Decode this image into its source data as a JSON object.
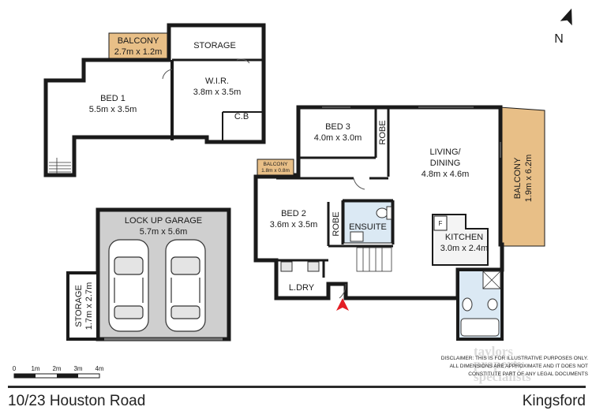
{
  "rooms": {
    "balcony_top": {
      "name": "BALCONY",
      "size": "2.7m x 1.2m"
    },
    "storage_top": {
      "name": "STORAGE"
    },
    "bed1": {
      "name": "BED 1",
      "size": "5.5m x 3.5m"
    },
    "wir": {
      "name": "W.I.R.",
      "size": "3.8m x 3.5m"
    },
    "cb": {
      "name": "C.B"
    },
    "bed3": {
      "name": "BED 3",
      "size": "4.0m x 3.0m"
    },
    "robe_bed3": {
      "name": "ROBE"
    },
    "living": {
      "name": "LIVING/",
      "name2": "DINING",
      "size": "4.8m x 4.6m"
    },
    "balcony_right": {
      "name": "BALCONY",
      "size": "1.9m x 6.2m"
    },
    "balcony_small": {
      "name": "BALCONY",
      "size": "1.8m x 0.8m"
    },
    "bed2": {
      "name": "BED 2",
      "size": "3.6m x 3.5m"
    },
    "robe_bed2": {
      "name": "ROBE"
    },
    "ensuite": {
      "name": "ENSUITE"
    },
    "kitchen": {
      "name": "KITCHEN",
      "size": "3.0m x 2.4m",
      "fridge": "F"
    },
    "ldry": {
      "name": "L.DRY"
    },
    "garage": {
      "name": "LOCK UP GARAGE",
      "size": "5.7m x 5.6m"
    },
    "storage_garage": {
      "name": "STORAGE",
      "size": "1.7m x 2.7m"
    }
  },
  "scale": {
    "ticks": [
      "0",
      "1m",
      "2m",
      "3m",
      "4m"
    ]
  },
  "north": {
    "label": "N"
  },
  "disclaimer": {
    "line1": "DISCLAIMER: THIS IS FOR ILLUSTRATIVE PURPOSES ONLY.",
    "line2": "ALL DIMENSIONS ARE APPROXIMATE AND IT DOES NOT",
    "line3": "CONSTITUTE PART OF ANY LEGAL DOCUMENTS"
  },
  "watermark": {
    "line1": "taylors",
    "line2": "property",
    "line3": "specialists"
  },
  "footer": {
    "address": "10/23 Houston Road",
    "suburb": "Kingsford"
  },
  "colors": {
    "balcony": "#e8bf87",
    "garage": "#cfcfcf",
    "wall": "#1a1a1a",
    "entry_arrow": "#e31e24",
    "wet_area": "#dbe9f4"
  }
}
